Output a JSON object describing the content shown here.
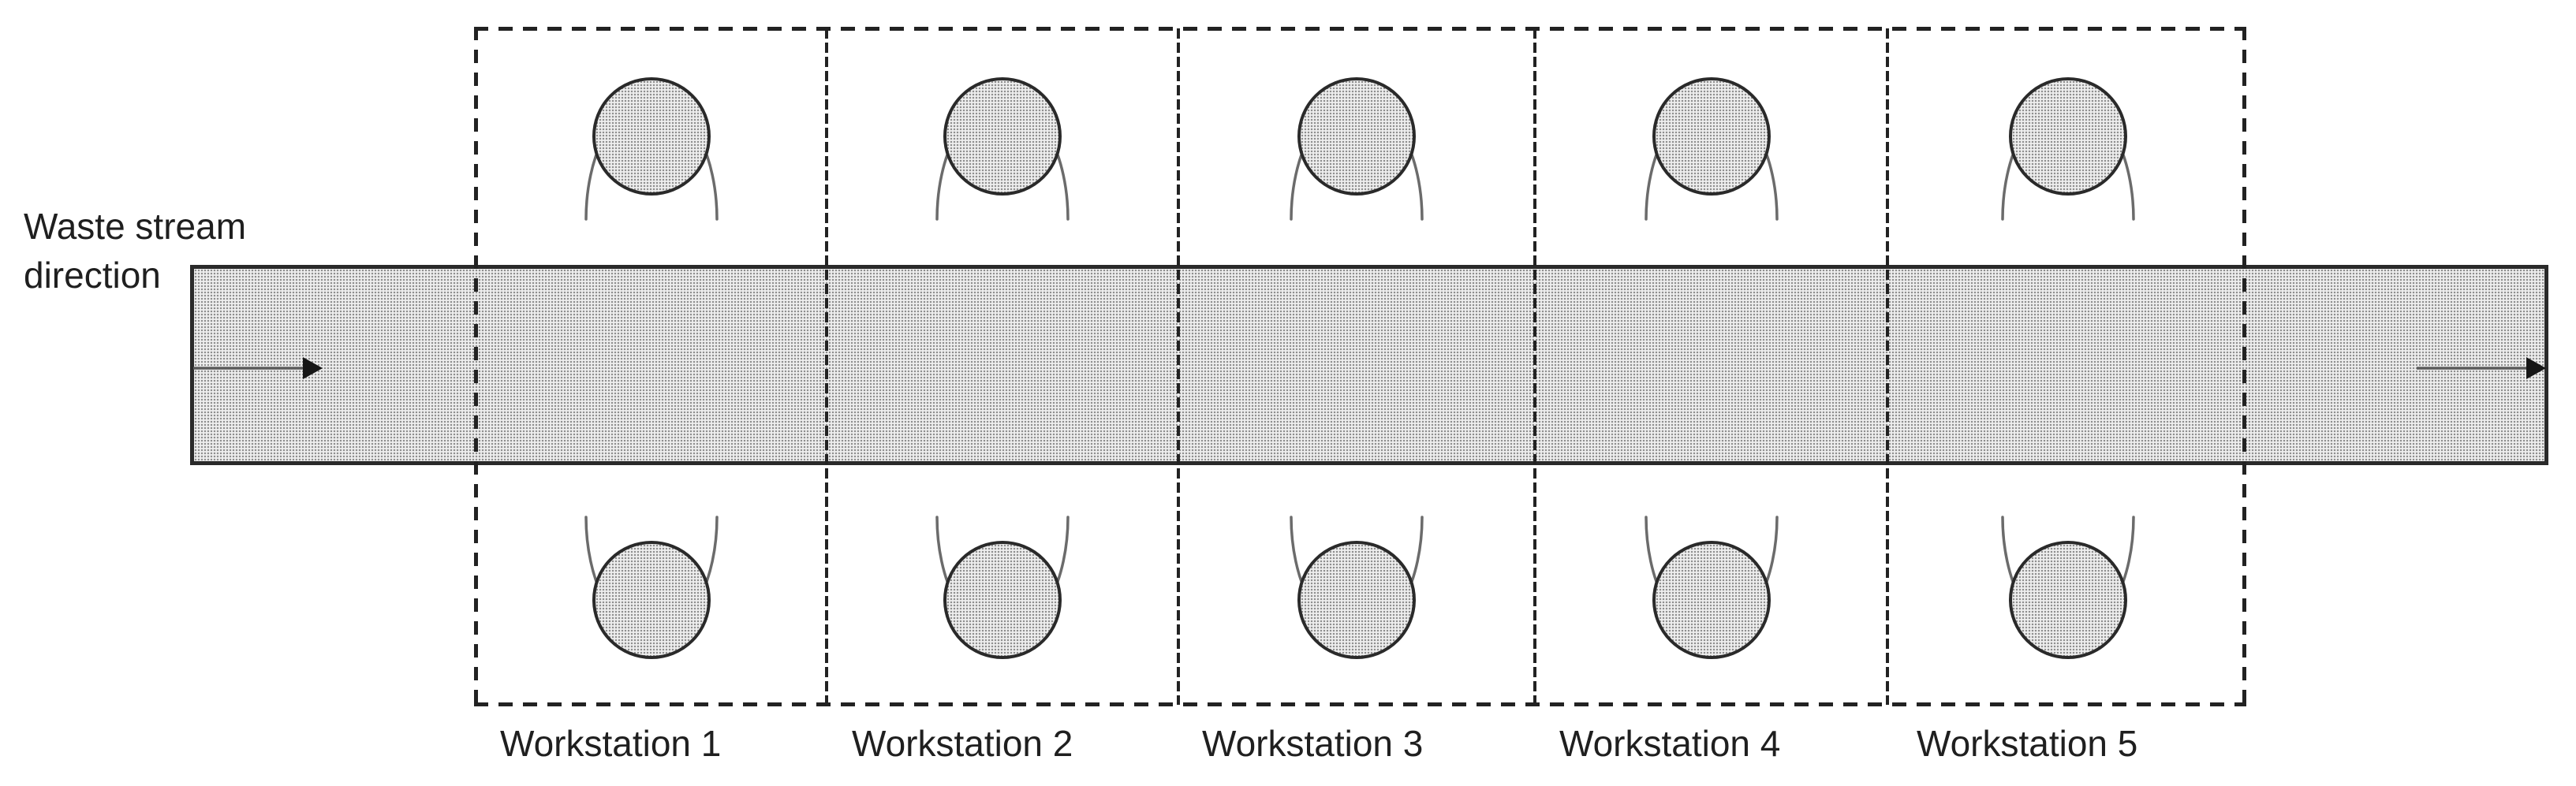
{
  "waste_label": {
    "line1": "Waste stream",
    "line2": "direction"
  },
  "belt": {
    "direction": "right",
    "arrow_count": 2
  },
  "workstations": [
    {
      "label": "Workstation 1",
      "workers": 2
    },
    {
      "label": "Workstation 2",
      "workers": 2
    },
    {
      "label": "Workstation 3",
      "workers": 2
    },
    {
      "label": "Workstation 4",
      "workers": 2
    },
    {
      "label": "Workstation 5",
      "workers": 2
    }
  ],
  "colors": {
    "line": "#2a2a2a",
    "dash": "#222222",
    "arm": "#6b6b6b",
    "dot": "#8f8f8f",
    "text": "#1f1f1f",
    "arrow-shaft": "#5a5a5a",
    "arrow-head": "#161616",
    "fill-base": "#eeeeee"
  }
}
